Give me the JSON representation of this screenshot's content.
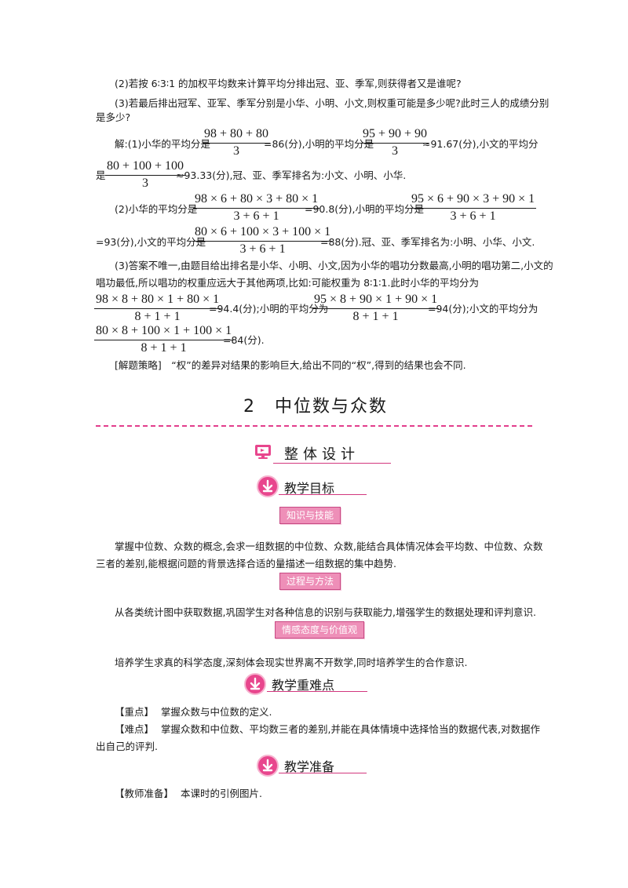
{
  "q2_text": "(2)若按 6∶3∶1 的加权平均数来计算平均分排出冠、亚、季军,则获得者又是谁呢?",
  "q3_line1": "(3)若最后排出冠军、亚军、季军分别是小华、小明、小文,则权重可能是多少呢?此时三人的成绩分别",
  "q3_line2": "是多少?",
  "sol1": {
    "prefix": "解:(1)小华的平均分是",
    "f1_num": "98 + 80 + 80",
    "f1_den": "3",
    "mid1": "=86(分),小明的平均分是",
    "f2_num": "95 + 90 + 90",
    "f2_den": "3",
    "mid2": "≈91.67(分),小文的平均分",
    "line2_prefix": "是",
    "f3_num": "80 + 100 + 100",
    "f3_den": "3",
    "tail": "≈93.33(分),冠、亚、季军排名为:小文、小明、小华."
  },
  "sol2": {
    "prefix": "(2)小华的平均分是",
    "f1_num": "98 × 6 + 80 × 3 + 80 × 1",
    "f1_den": "3 + 6 + 1",
    "mid1": "=90.8(分),小明的平均分是",
    "f2_num": "95 × 6 + 90 × 3 + 90 × 1",
    "f2_den": "3 + 6 + 1",
    "line2_prefix": "=93(分),小文的平均分是",
    "f3_num": "80 × 6 + 100 × 3 + 100 × 1",
    "f3_den": "3 + 6 + 1",
    "tail": "=88(分).冠、亚、季军排名为:小明、小华、小文."
  },
  "sol3": {
    "line1": "(3)答案不唯一,由题目给出排名是小华、小明、小文,因为小华的唱功分数最高,小明的唱功第二,小文的",
    "line2": "唱功最低,所以唱功的权重应远大于其他两项,比如:可能权重为 8∶1∶1.此时小华的平均分为",
    "f1_num": "98 × 8 + 80 × 1 + 80 × 1",
    "f1_den": "8 + 1 + 1",
    "mid1": "=94.4(分);小明的平均分为",
    "f2_num": "95 × 8 + 90 × 1 + 90 × 1",
    "f2_den": "8 + 1 + 1",
    "mid2": "=94(分);小文的平均分为",
    "f3_num": "80 × 8 + 100 × 1 + 100 × 1",
    "f3_den": "8 + 1 + 1",
    "tail": "=84(分)."
  },
  "strategy": "[解题策略]　“权”的差异对结果的影响巨大,给出不同的“权”,得到的结果也会不同.",
  "chapter_title": "2　中位数与众数",
  "section_overall": "整体设计",
  "teaching_goals": {
    "title": "教学目标",
    "badge1": "知识与技能",
    "text1_line1": "掌握中位数、众数的概念,会求一组数据的中位数、众数,能结合具体情况体会平均数、中位数、众数",
    "text1_line2": "三者的差别,能根据问题的背景选择合适的量描述一组数据的集中趋势.",
    "badge2": "过程与方法",
    "text2": "从各类统计图中获取数据,巩固学生对各种信息的识别与获取能力,增强学生的数据处理和评判意识.",
    "badge3": "情感态度与价值观",
    "text3": "培养学生求真的科学态度,深刻体会现实世界离不开数学,同时培养学生的合作意识."
  },
  "key_points": {
    "title": "教学重难点",
    "key_label": "【重点】",
    "key_text": "掌握众数与中位数的定义.",
    "diff_label": "【难点】",
    "diff_text_line1": "掌握众数和中位数、平均数三者的差别,并能在具体情境中选择恰当的数据代表,对数据作",
    "diff_text_line2": "出自己的评判."
  },
  "preparation": {
    "title": "教学准备",
    "label": "【教师准备】",
    "text": "本课时的引例图片."
  },
  "colors": {
    "accent": "#e8468d",
    "badge_bg": "#ee8fb8",
    "rule": "#e23d8c"
  },
  "icons": {
    "section_icon": "monitor-icon",
    "subsection_icon": "download-arrow-icon"
  }
}
